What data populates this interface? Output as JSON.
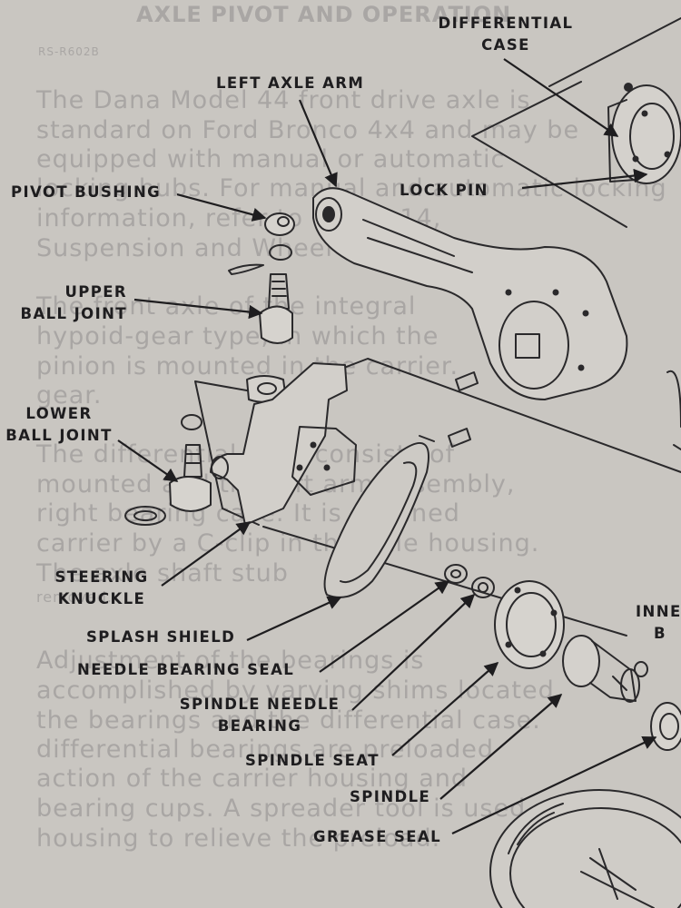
{
  "background_text": {
    "heading": "AXLE PIVOT AND OPERATION",
    "code": "RS-R602B",
    "lines": [
      "The Dana Model 44 front drive axle is",
      "standard on Ford Bronco 4x4 and may be",
      "equipped with manual or automatic",
      "locking hubs. For manual and automatic locking",
      "information, refer to Group 14,",
      "Suspension and Wheel Ends.",
      "The front axle of the integral",
      "hypoid-gear type, in which the",
      "pinion is mounted in the carrier.",
      "gear.",
      "The differential case consists of",
      "mounted and the left arm assembly,",
      "right bearing case. It is retained",
      "carrier by a C-clip in the axle housing.",
      "The axle shaft stub",
      "removed.",
      "Adjustment of the bearings is",
      "accomplished by varying shims located",
      "the bearings and the differential case.",
      "differential bearings are preloaded",
      "action of the carrier housing and",
      "bearing cups. A spreader tool is used",
      "housing to relieve the preload."
    ]
  },
  "labels": {
    "differential_case": [
      "DIFFERENTIAL",
      "CASE"
    ],
    "left_axle_arm": "LEFT AXLE ARM",
    "pivot_bushing": "PIVOT BUSHING",
    "lock_pin": "LOCK PIN",
    "upper_ball_joint": [
      "UPPER",
      "BALL JOINT"
    ],
    "lower_ball_joint": [
      "LOWER",
      "BALL JOINT"
    ],
    "steering_knuckle": [
      "STEERING",
      "KNUCKLE"
    ],
    "splash_shield": "SPLASH SHIELD",
    "needle_bearing_seal": "NEEDLE BEARING SEAL",
    "spindle_needle_bearing": [
      "SPINDLE NEEDLE",
      "BEARING"
    ],
    "spindle_seat": "SPINDLE SEAT",
    "spindle": "SPINDLE",
    "grease_seal": "GREASE SEAL",
    "inner_bearing_partial": [
      "INNE",
      "B"
    ]
  }
}
